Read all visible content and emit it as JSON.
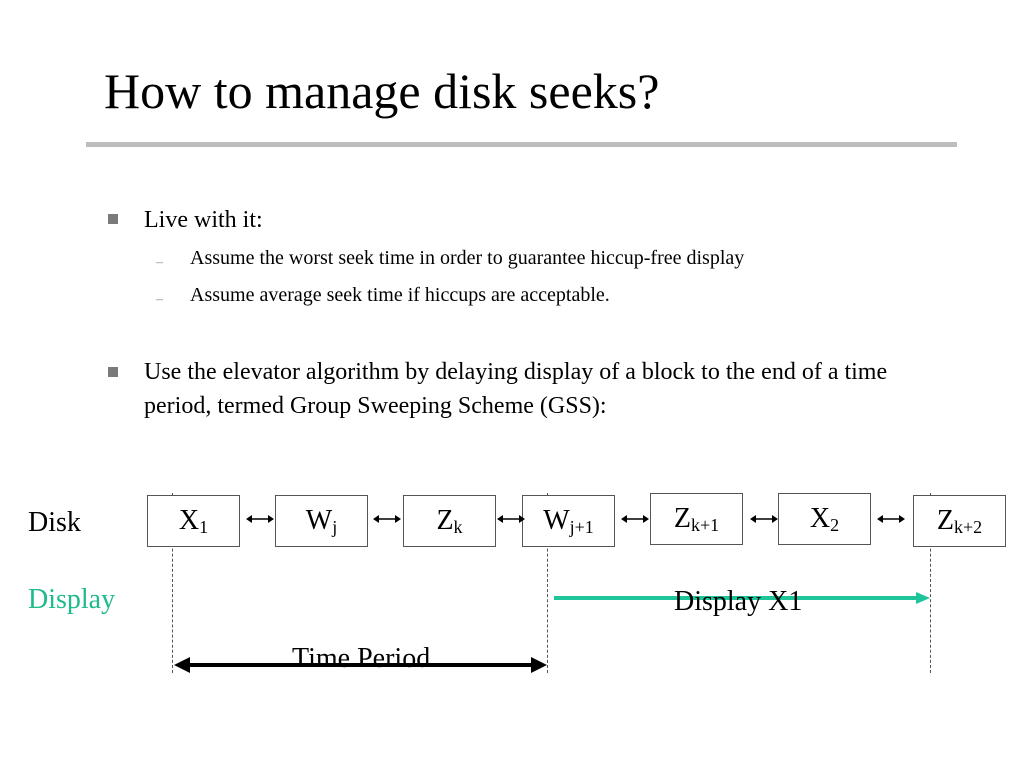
{
  "slide": {
    "title": "How to manage disk seeks?"
  },
  "bullets": [
    {
      "text": "Live with it:",
      "subitems": [
        "Assume the worst seek time in order to guarantee hiccup-free display",
        "Assume average seek time if hiccups are acceptable."
      ]
    },
    {
      "text": "Use the elevator algorithm by delaying display of a block to the end of a time period, termed Group Sweeping Scheme (GSS):"
    }
  ],
  "diagram": {
    "disk_label": "Disk",
    "display_label": "Display",
    "display_color": "#1fba8e",
    "blocks": [
      {
        "base": "X",
        "sub": "1"
      },
      {
        "base": "W",
        "sub": "j"
      },
      {
        "base": "Z",
        "sub": "k"
      },
      {
        "base": "W",
        "sub": "j+1"
      },
      {
        "base": "Z",
        "sub": "k+1"
      },
      {
        "base": "X",
        "sub": "2"
      },
      {
        "base": "Z",
        "sub": "k+2"
      }
    ],
    "display_arrow_label": "Display X1",
    "display_arrow_color": "#1fc59a",
    "time_period_label": "Time Period"
  }
}
